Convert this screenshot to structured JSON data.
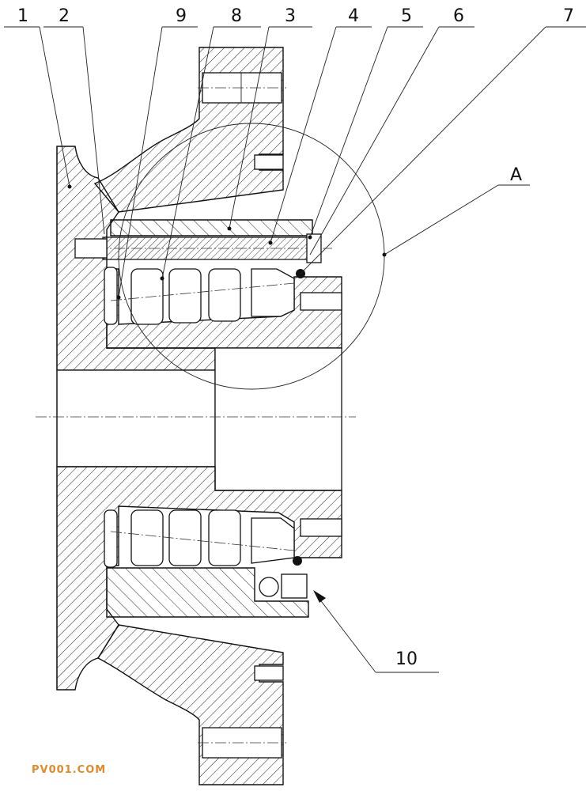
{
  "callouts": {
    "c1": "1",
    "c2": "2",
    "c9": "9",
    "c8": "8",
    "c3": "3",
    "c4": "4",
    "c5": "5",
    "c6": "6",
    "c7": "7",
    "cA": "A",
    "c10": "10"
  },
  "watermark": "PV001.COM",
  "colors": {
    "line": "#1a1a1a",
    "watermark": "#e08a2a"
  }
}
